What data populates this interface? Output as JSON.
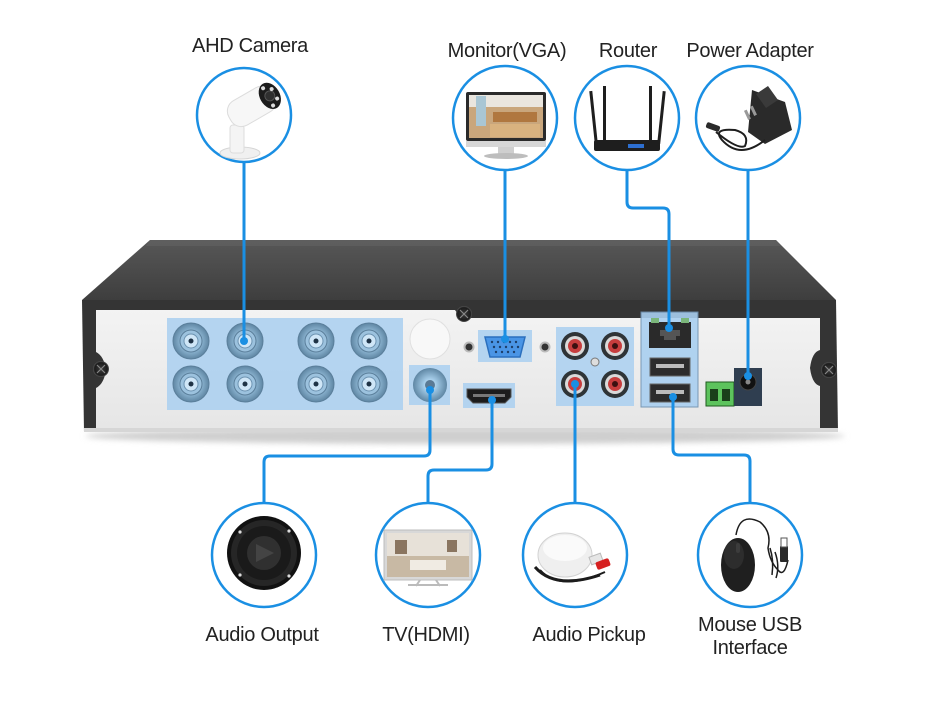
{
  "title": "DVR rear panel connection diagram",
  "colors": {
    "accent": "#1a8fe3",
    "port_highlight": "#a9cff0",
    "chassis_top": "#4b4b4b",
    "chassis_edge": "#2e2e2e",
    "panel": "#ededed",
    "label_text": "#222222"
  },
  "devices": {
    "ahd_camera": {
      "label": "AHD Camera",
      "icon": "bullet-camera-icon",
      "port": "BNC video inputs (8)"
    },
    "monitor_vga": {
      "label": "Monitor(VGA)",
      "icon": "monitor-icon",
      "port": "VGA"
    },
    "router": {
      "label": "Router",
      "icon": "router-icon",
      "port": "LAN (RJ45)"
    },
    "power_adapter": {
      "label": "Power Adapter",
      "icon": "power-adapter-icon",
      "port": "DC power"
    },
    "audio_output": {
      "label": "Audio Output",
      "icon": "speaker-icon",
      "port": "Audio out (BNC)"
    },
    "tv_hdmi": {
      "label": "TV(HDMI)",
      "icon": "tv-icon",
      "port": "HDMI"
    },
    "audio_pickup": {
      "label": "Audio Pickup",
      "icon": "microphone-icon",
      "port": "RCA audio in"
    },
    "mouse_usb": {
      "label_line1": "Mouse USB",
      "label_line2": "Interface",
      "icon": "mouse-icon",
      "port": "USB"
    }
  }
}
